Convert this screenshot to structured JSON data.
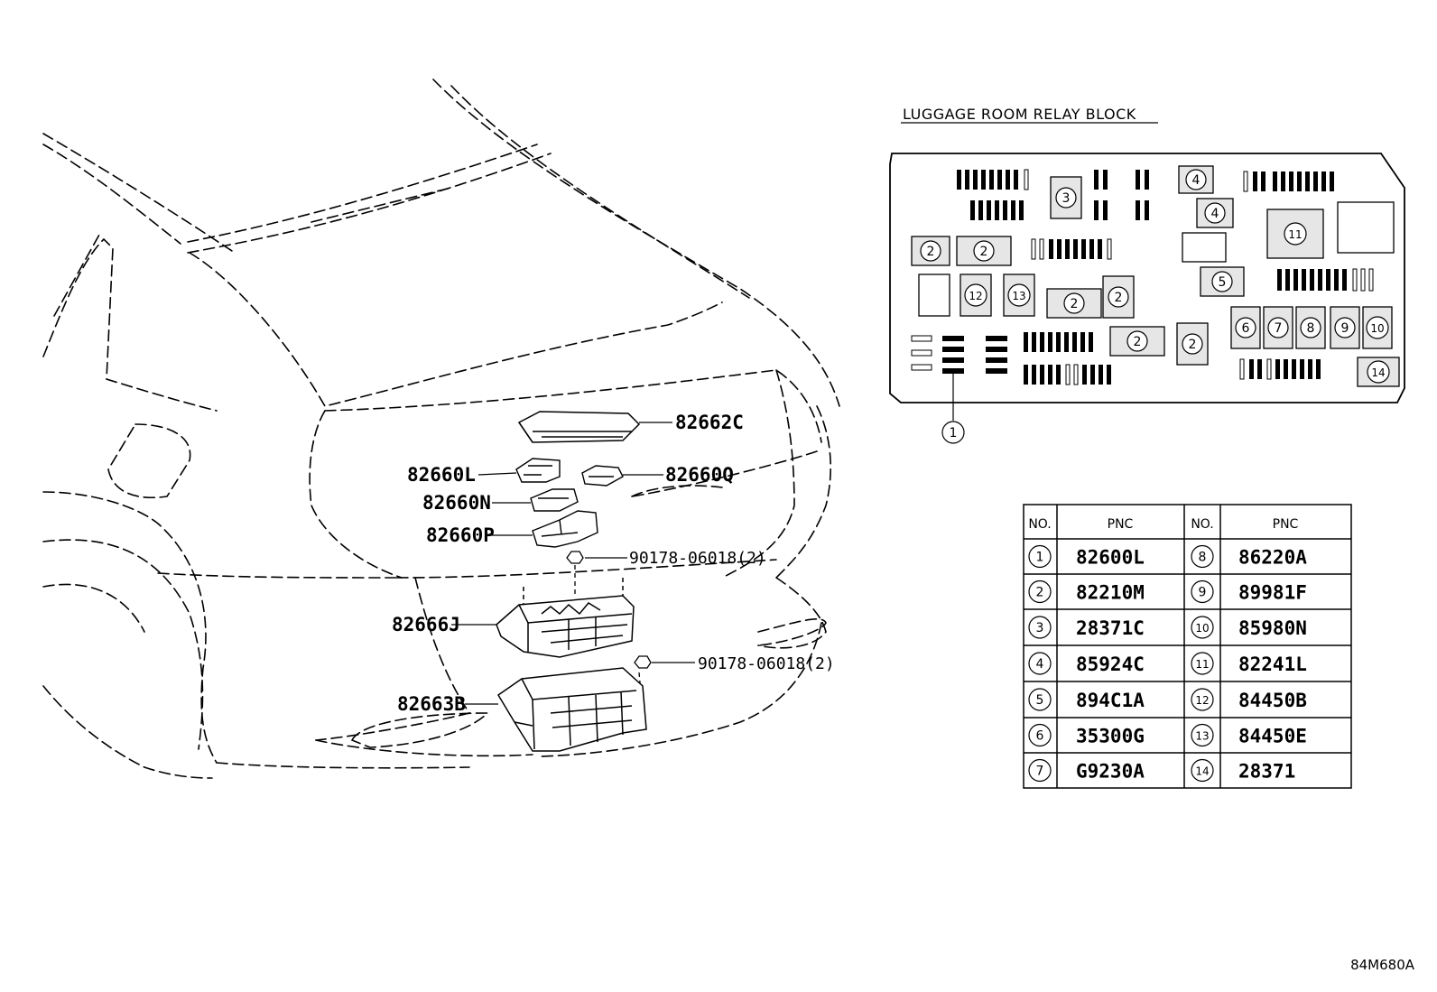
{
  "parts": {
    "p82662c": "82662C",
    "p82660l": "82660L",
    "p82660q": "82660Q",
    "p82660n": "82660N",
    "p82660p": "82660P",
    "p82666j": "82666J",
    "p82663b": "82663B",
    "fastener_top": "90178-06018(2)",
    "fastener_bottom": "90178-06018(2)"
  },
  "relay_block": {
    "title": "LUGGAGE ROOM RELAY BLOCK",
    "markers": [
      "1",
      "2",
      "3",
      "4",
      "5",
      "6",
      "7",
      "8",
      "9",
      "10",
      "11",
      "12",
      "13",
      "14"
    ]
  },
  "table": {
    "headers": [
      "NO.",
      "PNC",
      "NO.",
      "PNC"
    ],
    "rows": [
      {
        "no_left": "1",
        "pnc_left": "82600L",
        "no_right": "8",
        "pnc_right": "86220A"
      },
      {
        "no_left": "2",
        "pnc_left": "82210M",
        "no_right": "9",
        "pnc_right": "89981F"
      },
      {
        "no_left": "3",
        "pnc_left": "28371C",
        "no_right": "10",
        "pnc_right": "85980N"
      },
      {
        "no_left": "4",
        "pnc_left": "85924C",
        "no_right": "11",
        "pnc_right": "82241L"
      },
      {
        "no_left": "5",
        "pnc_left": "894C1A",
        "no_right": "12",
        "pnc_right": "84450B"
      },
      {
        "no_left": "6",
        "pnc_left": "35300G",
        "no_right": "13",
        "pnc_right": "84450E"
      },
      {
        "no_left": "7",
        "pnc_left": "G9230A",
        "no_right": "14",
        "pnc_right": "28371"
      }
    ]
  },
  "diagram_code": "84M680A"
}
